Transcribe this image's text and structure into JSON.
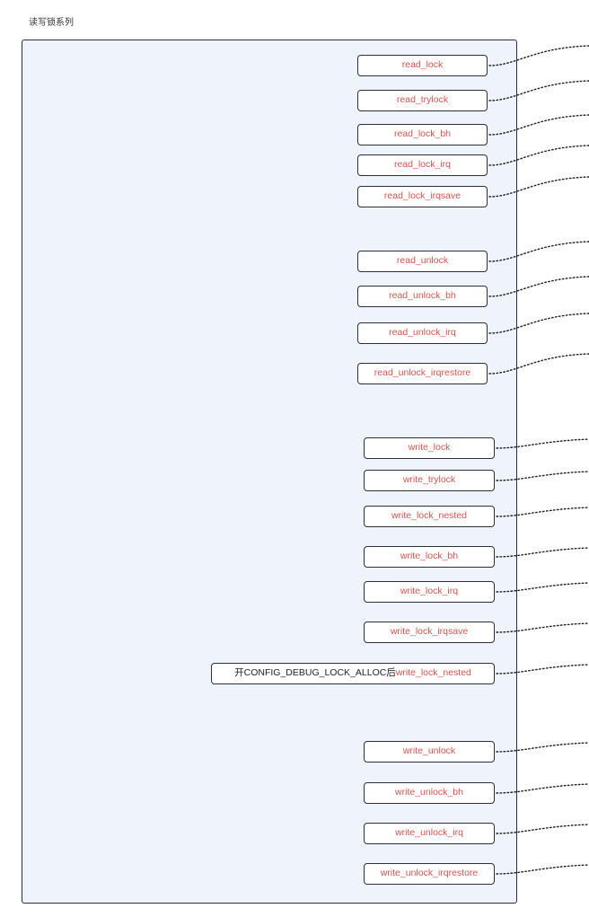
{
  "title": "读写锁系列",
  "colors": {
    "panel_fill": "#eff3fb",
    "border": "#2a2f3a",
    "label_red": "#d9534f",
    "label_black": "#1f1f1f"
  },
  "read_nodes": [
    {
      "label": "read_lock"
    },
    {
      "label": "read_trylock"
    },
    {
      "label": "read_lock_bh"
    },
    {
      "label": "read_lock_irq"
    },
    {
      "label": "read_lock_irqsave"
    },
    {
      "label": "read_unlock"
    },
    {
      "label": "read_unlock_bh"
    },
    {
      "label": "read_unlock_irq"
    },
    {
      "label": "read_unlock_irqrestore"
    }
  ],
  "write_nodes": [
    {
      "label": "write_lock"
    },
    {
      "label": "write_trylock"
    },
    {
      "label": "write_lock_nested"
    },
    {
      "label": "write_lock_bh"
    },
    {
      "label": "write_lock_irq"
    },
    {
      "label": "write_lock_irqsave"
    },
    {
      "prefix": "开CONFIG_DEBUG_LOCK_ALLOC后",
      "label": "write_lock_nested"
    },
    {
      "label": "write_unlock"
    },
    {
      "label": "write_unlock_bh"
    },
    {
      "label": "write_unlock_irq"
    },
    {
      "label": "write_unlock_irqrestore"
    }
  ]
}
